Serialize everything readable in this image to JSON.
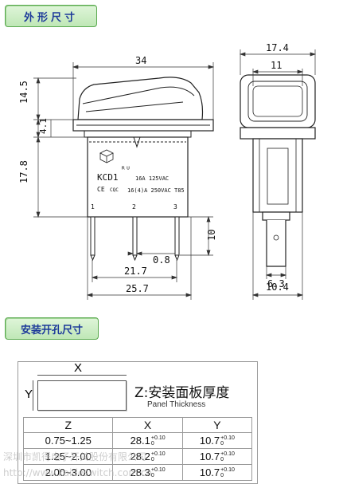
{
  "sections": {
    "dimensions_title": "外形尺寸",
    "panel_title": "安装开孔尺寸"
  },
  "drawing": {
    "dims": {
      "width_34": "34",
      "height_14_5": "14.5",
      "height_4_1": "4.1",
      "height_17_8": "17.8",
      "pin_10": "10",
      "pin_0_8": "0.8",
      "span_21_7": "21.7",
      "span_25_7": "25.7",
      "side_17_4": "17.4",
      "side_11": "11",
      "side_6_3": "6.3",
      "side_10_4": "10.4"
    },
    "body_labels": {
      "model": "KCD1",
      "rating1": "16A 125VAC",
      "rating2": "16(4)A 250VAC T85",
      "pin1": "1",
      "pin2": "2",
      "pin3": "3",
      "ce": "CE",
      "cqc": "CQC"
    }
  },
  "panel": {
    "x_label": "X",
    "y_label": "Y",
    "z_label": "Z:安装面板厚度",
    "z_sub": "Panel Thickness",
    "table": {
      "headers": [
        "Z",
        "X",
        "Y"
      ],
      "rows": [
        {
          "z": "0.75~1.25",
          "x": "28.1",
          "y": "10.7"
        },
        {
          "z": "1.25~2.00",
          "x": "28.2",
          "y": "10.7"
        },
        {
          "z": "2.00~3.00",
          "x": "28.3",
          "y": "10.7"
        }
      ],
      "tol_upper": "+0.10",
      "tol_lower": "0"
    }
  },
  "watermark": {
    "line1": "深圳市凯得电子开关股份有限公司",
    "line2": "http://www.kaideswitch.com.cn"
  }
}
